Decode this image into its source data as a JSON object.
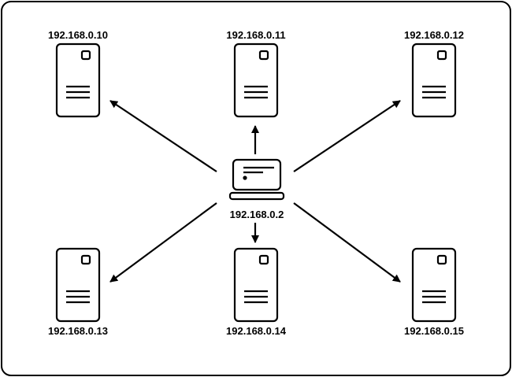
{
  "colors": {
    "stroke": "#000000",
    "background": "#ffffff"
  },
  "hub": {
    "label": "192.168.0.2",
    "icon": "laptop-icon"
  },
  "servers": [
    {
      "label": "192.168.0.10",
      "icon": "server-icon"
    },
    {
      "label": "192.168.0.11",
      "icon": "server-icon"
    },
    {
      "label": "192.168.0.12",
      "icon": "server-icon"
    },
    {
      "label": "192.168.0.13",
      "icon": "server-icon"
    },
    {
      "label": "192.168.0.14",
      "icon": "server-icon"
    },
    {
      "label": "192.168.0.15",
      "icon": "server-icon"
    }
  ]
}
